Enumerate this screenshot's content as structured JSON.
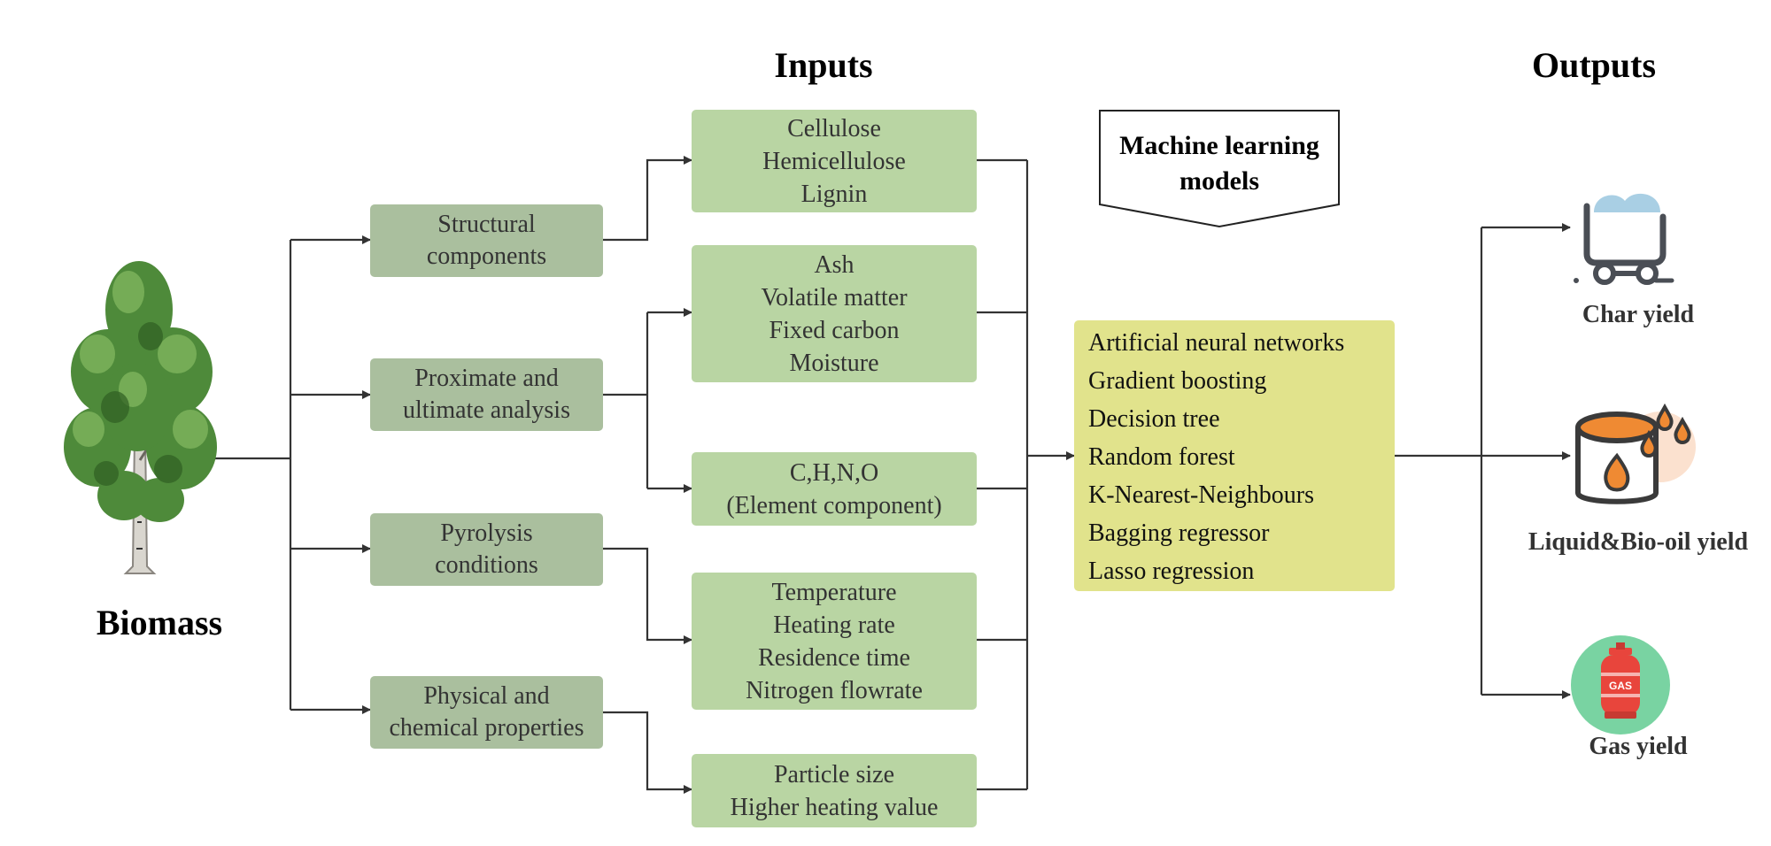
{
  "headings": {
    "inputs": "Inputs",
    "outputs": "Outputs",
    "biomass": "Biomass",
    "ml_models": [
      "Machine learning",
      "models"
    ]
  },
  "categories": [
    [
      "Structural",
      "components"
    ],
    [
      "Proximate and",
      "ultimate analysis"
    ],
    [
      "Pyrolysis",
      "conditions"
    ],
    [
      "Physical and",
      "chemical properties"
    ]
  ],
  "inputs": [
    [
      "Cellulose",
      "Hemicellulose",
      "Lignin"
    ],
    [
      "Ash",
      "Volatile matter",
      "Fixed carbon",
      "Moisture"
    ],
    [
      "C,H,N,O",
      "(Element component)"
    ],
    [
      "Temperature",
      "Heating rate",
      "Residence time",
      "Nitrogen flowrate"
    ],
    [
      "Particle size",
      "Higher heating value"
    ]
  ],
  "models": [
    "Artificial neural networks",
    "Gradient boosting",
    "Decision tree",
    "Random forest",
    "K-Nearest-Neighbours",
    "Bagging regressor",
    "Lasso regression"
  ],
  "outputs": [
    "Char yield",
    "Liquid&Bio-oil yield",
    "Gas yield"
  ],
  "icons": [
    "tree-icon",
    "coal-cart-icon",
    "oil-barrel-icon",
    "gas-cylinder-icon"
  ],
  "colors": {
    "category_box": "#aabf9e",
    "input_box": "#b9d5a3",
    "models_box": "#e1e38c",
    "connector": "#333333"
  }
}
